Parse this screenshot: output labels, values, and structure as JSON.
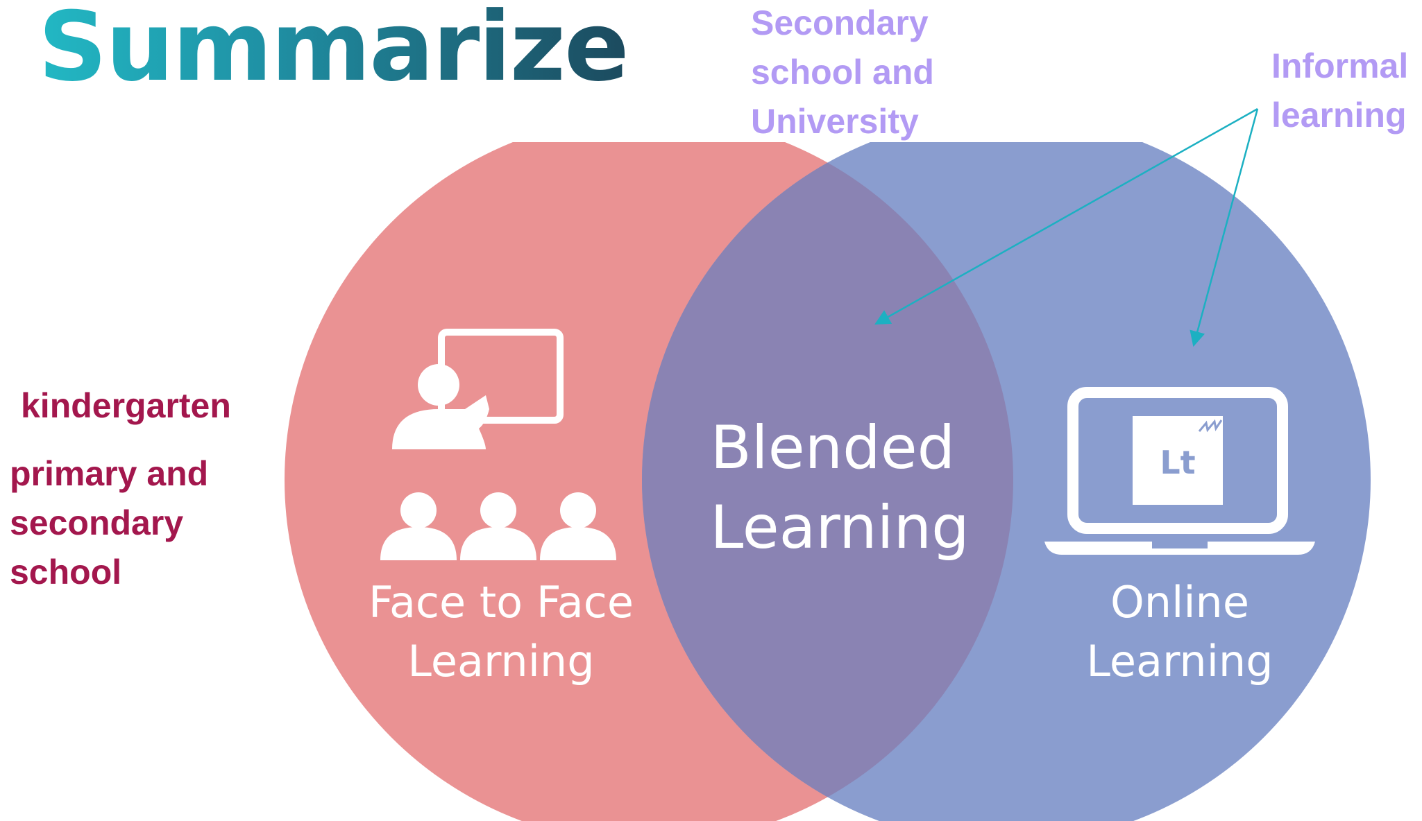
{
  "title": "Summarize",
  "diagram": {
    "left_circle": {
      "label_line1": "Face to Face",
      "label_line2": "Learning",
      "icon": "teacher-classroom-icon",
      "color": "#ea9293"
    },
    "overlap": {
      "label_line1": "Blended",
      "label_line2": "Learning",
      "color": "#8a83b3"
    },
    "right_circle": {
      "label_line1": "Online",
      "label_line2": "Learning",
      "icon": "laptop-icon",
      "color": "#8a9dcf"
    },
    "laptop_screen_logo": "Lt"
  },
  "annotations": {
    "secondary_university": [
      "Secondary",
      "school and",
      "University"
    ],
    "informal_learning": [
      "Informal",
      "learning"
    ],
    "kindergarten": "kindergarten",
    "primary_secondary": [
      "primary and",
      "secondary",
      "school"
    ]
  },
  "colors": {
    "annotation_purple": "#b29af4",
    "annotation_crimson": "#a3174d",
    "arrow": "#1cb0c2"
  }
}
